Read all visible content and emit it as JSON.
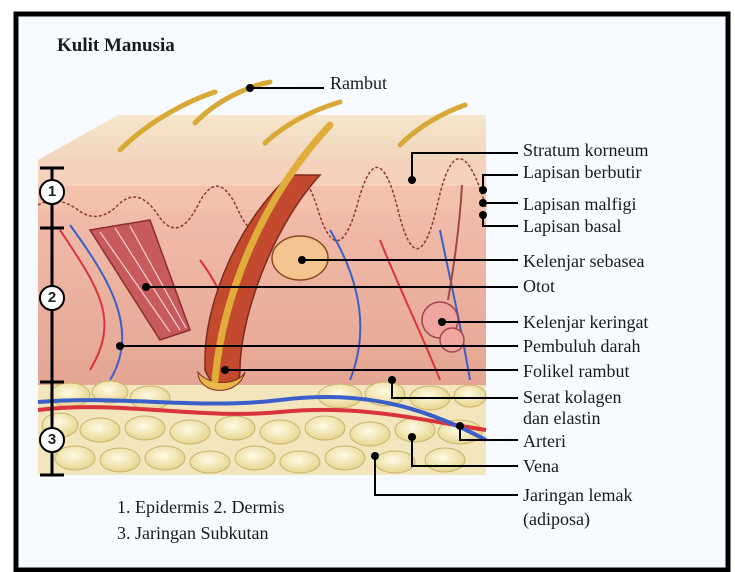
{
  "title": "Kulit Manusia",
  "hair_label": "Rambut",
  "labels": [
    "Stratum korneum",
    "Lapisan berbutir",
    "Lapisan malfigi",
    "Lapisan basal",
    "Kelenjar sebasea",
    "Otot",
    "Kelenjar keringat",
    "Pembuluh darah",
    "Folikel rambut",
    "Serat kolagen",
    "dan elastin",
    "Arteri",
    "Vena",
    "Jaringan lemak",
    "(adiposa)"
  ],
  "layer_numbers": [
    "1",
    "2",
    "3"
  ],
  "legend": {
    "line1": "1. Epidermis  2. Dermis",
    "line2": "3. Jaringan Subkutan"
  },
  "colors": {
    "epidermis": "#f4c9b4",
    "dermis": "#eeb4a3",
    "fat": "#f6ecc0",
    "artery": "#d8343a",
    "vein": "#3b5fc9",
    "hair": "#d9a531"
  }
}
